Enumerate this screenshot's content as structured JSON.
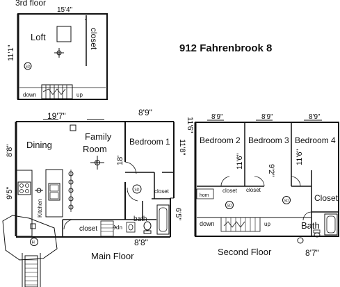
{
  "title": "912 Fahrenbrook 8",
  "floors": {
    "third": {
      "label": "3rd floor",
      "dim_width": "15'4\"",
      "dim_height": "11'1\"",
      "rooms": {
        "loft": "Loft",
        "closet": "closet"
      },
      "stairs": {
        "down": "down",
        "up": "up"
      }
    },
    "main": {
      "label": "Main Floor",
      "dims": {
        "dining_width": "19'7\"",
        "dining_height": "8'8\"",
        "kitchen_height": "9'5\"",
        "bed1_width": "8'9\"",
        "bed1_height": "11'8\"",
        "family_depth": "18'",
        "bath_height": "6'5\"",
        "bath_width": "8'8\""
      },
      "rooms": {
        "dining": "Dining",
        "family_room": "Family\nRoom",
        "bedroom1": "Bedroom 1",
        "kitchen": "Kitchen",
        "closet_small": "closet",
        "closet_stair": "closet",
        "bath": "bath"
      },
      "stairs": {
        "down": "dn"
      }
    },
    "second": {
      "label": "Second Floor",
      "dims": {
        "bed2_width": "8'9\"",
        "bed3_width": "8'9\"",
        "bed4_width": "8'9\"",
        "outer_height": "11'6\"",
        "bed2_height": "11'6\"",
        "bed3_height": "9'2\"",
        "bed4_height": "11'6\"",
        "bath_width": "8'7\""
      },
      "rooms": {
        "bedroom2": "Bedroom 2",
        "bedroom3": "Bedroom 3",
        "bedroom4": "Bedroom 4",
        "closet_a": "closet",
        "closet_b": "closet",
        "closet_big": "Closet",
        "hall_closet": "hom",
        "bath": "Bath"
      },
      "stairs": {
        "down": "down",
        "up": "up"
      }
    }
  }
}
